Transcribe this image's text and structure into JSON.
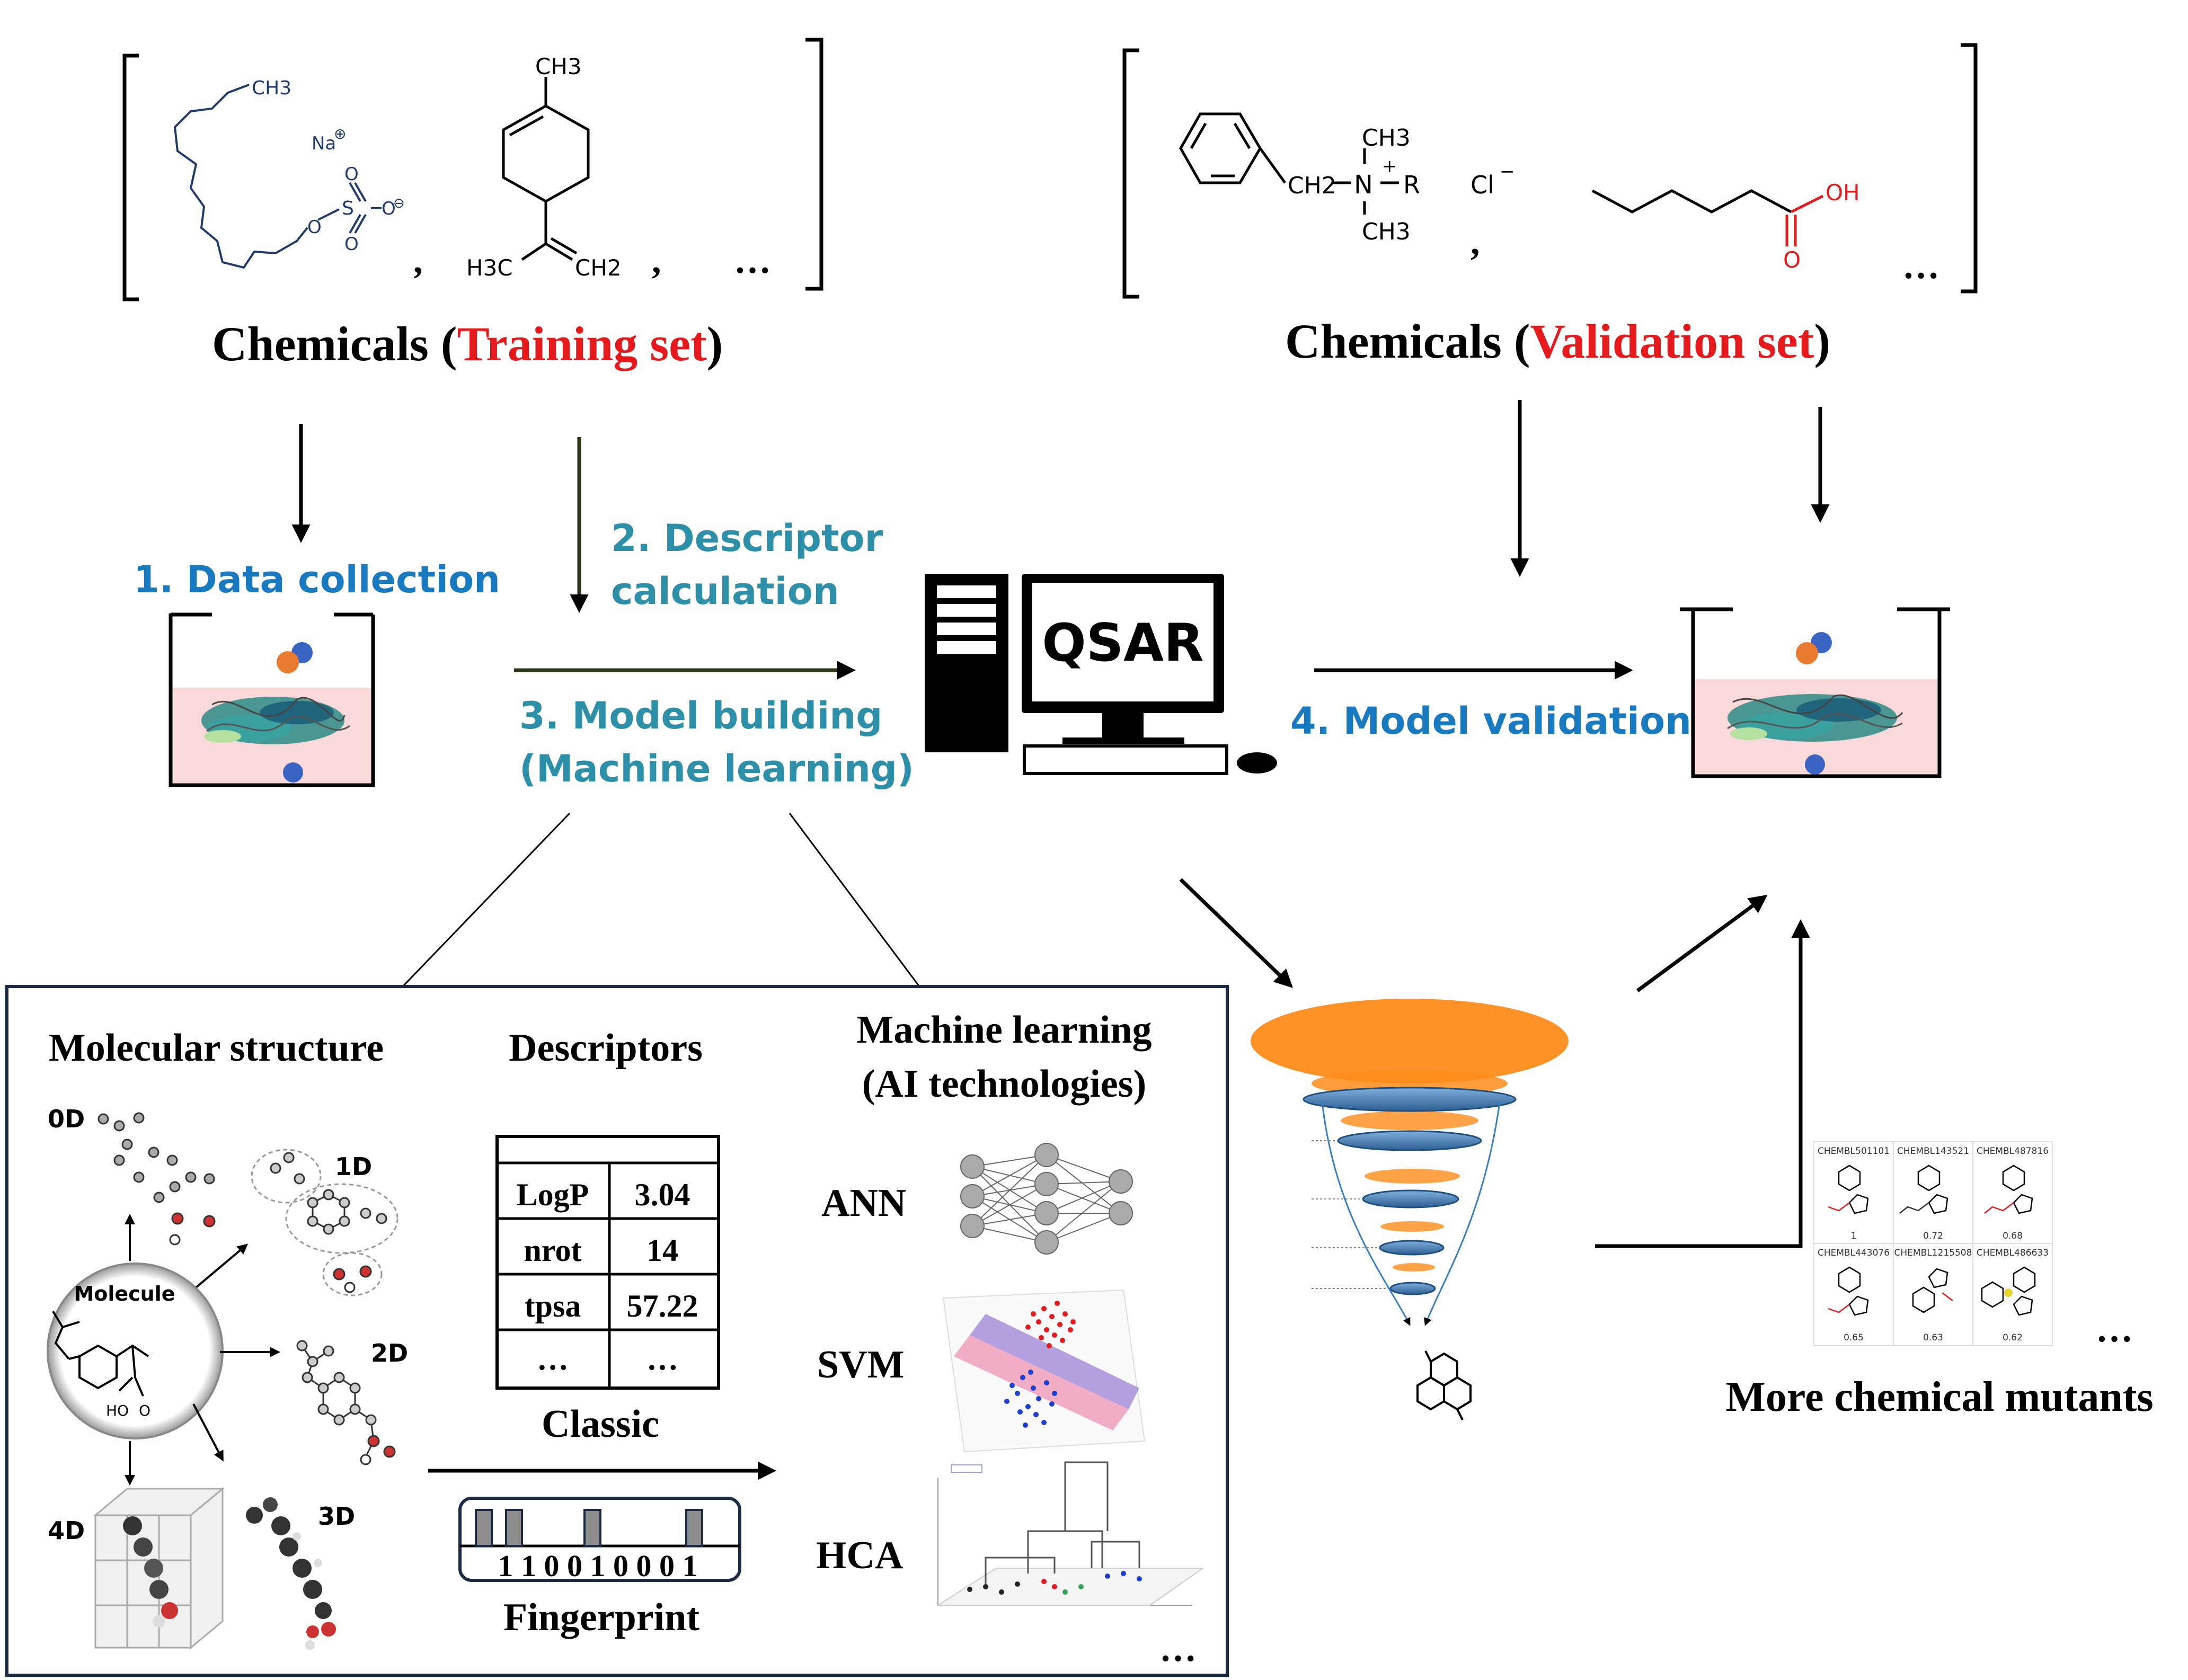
{
  "training": {
    "title_prefix": "Chemicals (",
    "title_highlight": "Training set",
    "title_suffix": ")",
    "ellipsis": "…",
    "sep": ",",
    "mol1": {
      "ch3": "CH3",
      "na": "Na",
      "plus": "⊕",
      "s": "S",
      "o": "O",
      "minus": "⊖"
    },
    "mol2": {
      "ch3": "CH3",
      "h3c": "H3C",
      "ch2": "CH2"
    }
  },
  "validation": {
    "title_prefix": "Chemicals (",
    "title_highlight": "Validation set",
    "title_suffix": ")",
    "ellipsis": "…",
    "sep": ",",
    "mol1": {
      "ch2": "CH2",
      "n": "N",
      "plus": "+",
      "r": "R",
      "ch3_top": "CH3",
      "ch3_bot": "CH3",
      "cl": "Cl",
      "cl_minus": "−"
    },
    "mol2": {
      "oh": "OH",
      "o": "O"
    }
  },
  "steps": {
    "s1": "1. Data collection",
    "s2_line1": "2. Descriptor",
    "s2_line2": "calculation",
    "s3_line1": "3. Model building",
    "s3_line2": "(Machine learning)",
    "s4": "4. Model validation"
  },
  "computer": {
    "label": "QSAR"
  },
  "mutants": {
    "title": "More chemical mutants",
    "ellipsis": "…",
    "cells": [
      {
        "id": "CHEMBL501101",
        "value": "1"
      },
      {
        "id": "CHEMBL143521",
        "value": "0.72"
      },
      {
        "id": "CHEMBL487816",
        "value": "0.68"
      },
      {
        "id": "CHEMBL443076",
        "value": "0.65"
      },
      {
        "id": "CHEMBL1215508",
        "value": "0.63"
      },
      {
        "id": "CHEMBL486633",
        "value": "0.62"
      }
    ]
  },
  "panel": {
    "mol_structure_title": "Molecular structure",
    "descriptors_title": "Descriptors",
    "ml_title_line1": "Machine learning",
    "ml_title_line2": "(AI technologies)",
    "molecule_label": "Molecule",
    "dims": [
      "0D",
      "1D",
      "2D",
      "3D",
      "4D"
    ],
    "descriptor_table": [
      [
        "LogP",
        "3.04"
      ],
      [
        "nrot",
        "14"
      ],
      [
        "tpsa",
        "57.22"
      ],
      [
        "…",
        "…"
      ]
    ],
    "classic_label": "Classic",
    "fingerprint_bits": "1 1 0 0 1 0 0 0 1",
    "fingerprint_label": "Fingerprint",
    "methods": [
      "ANN",
      "SVM",
      "HCA"
    ],
    "ellipsis": "…"
  },
  "colors": {
    "red_highlight": "#e41a1c",
    "step_blue": "#1a7abf",
    "step_teal": "#2e8fa8",
    "orange_dots": "#ff8c1a",
    "funnel_blue": "#3a7fc1"
  }
}
